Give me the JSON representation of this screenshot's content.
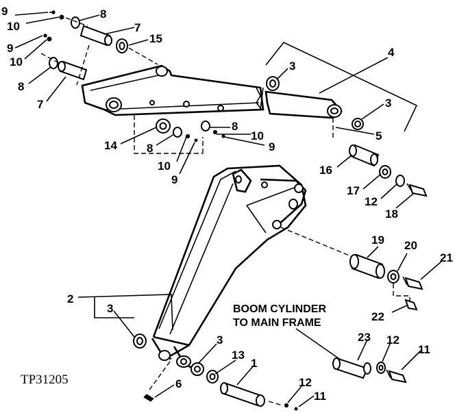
{
  "figure": {
    "id_code": "TP31205",
    "note": "BOOM CYLINDER\nTO MAIN FRAME"
  },
  "callouts": [
    {
      "key": "c9a",
      "label": "9"
    },
    {
      "key": "c10a",
      "label": "10"
    },
    {
      "key": "c8a",
      "label": "8"
    },
    {
      "key": "c7a",
      "label": "7"
    },
    {
      "key": "c15",
      "label": "15"
    },
    {
      "key": "c9b",
      "label": "9"
    },
    {
      "key": "c10b",
      "label": "10"
    },
    {
      "key": "c8b",
      "label": "8"
    },
    {
      "key": "c7b",
      "label": "7"
    },
    {
      "key": "c4",
      "label": "4"
    },
    {
      "key": "c3a",
      "label": "3"
    },
    {
      "key": "c3b",
      "label": "3"
    },
    {
      "key": "c5",
      "label": "5"
    },
    {
      "key": "c14",
      "label": "14"
    },
    {
      "key": "c8c",
      "label": "8"
    },
    {
      "key": "c10c",
      "label": "10"
    },
    {
      "key": "c9c",
      "label": "9"
    },
    {
      "key": "c8d",
      "label": "8"
    },
    {
      "key": "c10d",
      "label": "10"
    },
    {
      "key": "c9d",
      "label": "9"
    },
    {
      "key": "c16",
      "label": "16"
    },
    {
      "key": "c17",
      "label": "17"
    },
    {
      "key": "c12a",
      "label": "12"
    },
    {
      "key": "c18",
      "label": "18"
    },
    {
      "key": "c19",
      "label": "19"
    },
    {
      "key": "c20",
      "label": "20"
    },
    {
      "key": "c21",
      "label": "21"
    },
    {
      "key": "c22",
      "label": "22"
    },
    {
      "key": "c2",
      "label": "2"
    },
    {
      "key": "c3c",
      "label": "3"
    },
    {
      "key": "c3d",
      "label": "3"
    },
    {
      "key": "c13",
      "label": "13"
    },
    {
      "key": "c1",
      "label": "1"
    },
    {
      "key": "c6",
      "label": "6"
    },
    {
      "key": "c23",
      "label": "23"
    },
    {
      "key": "c12b",
      "label": "12"
    },
    {
      "key": "c11a",
      "label": "11"
    },
    {
      "key": "c12c",
      "label": "12"
    },
    {
      "key": "c11b",
      "label": "11"
    }
  ]
}
